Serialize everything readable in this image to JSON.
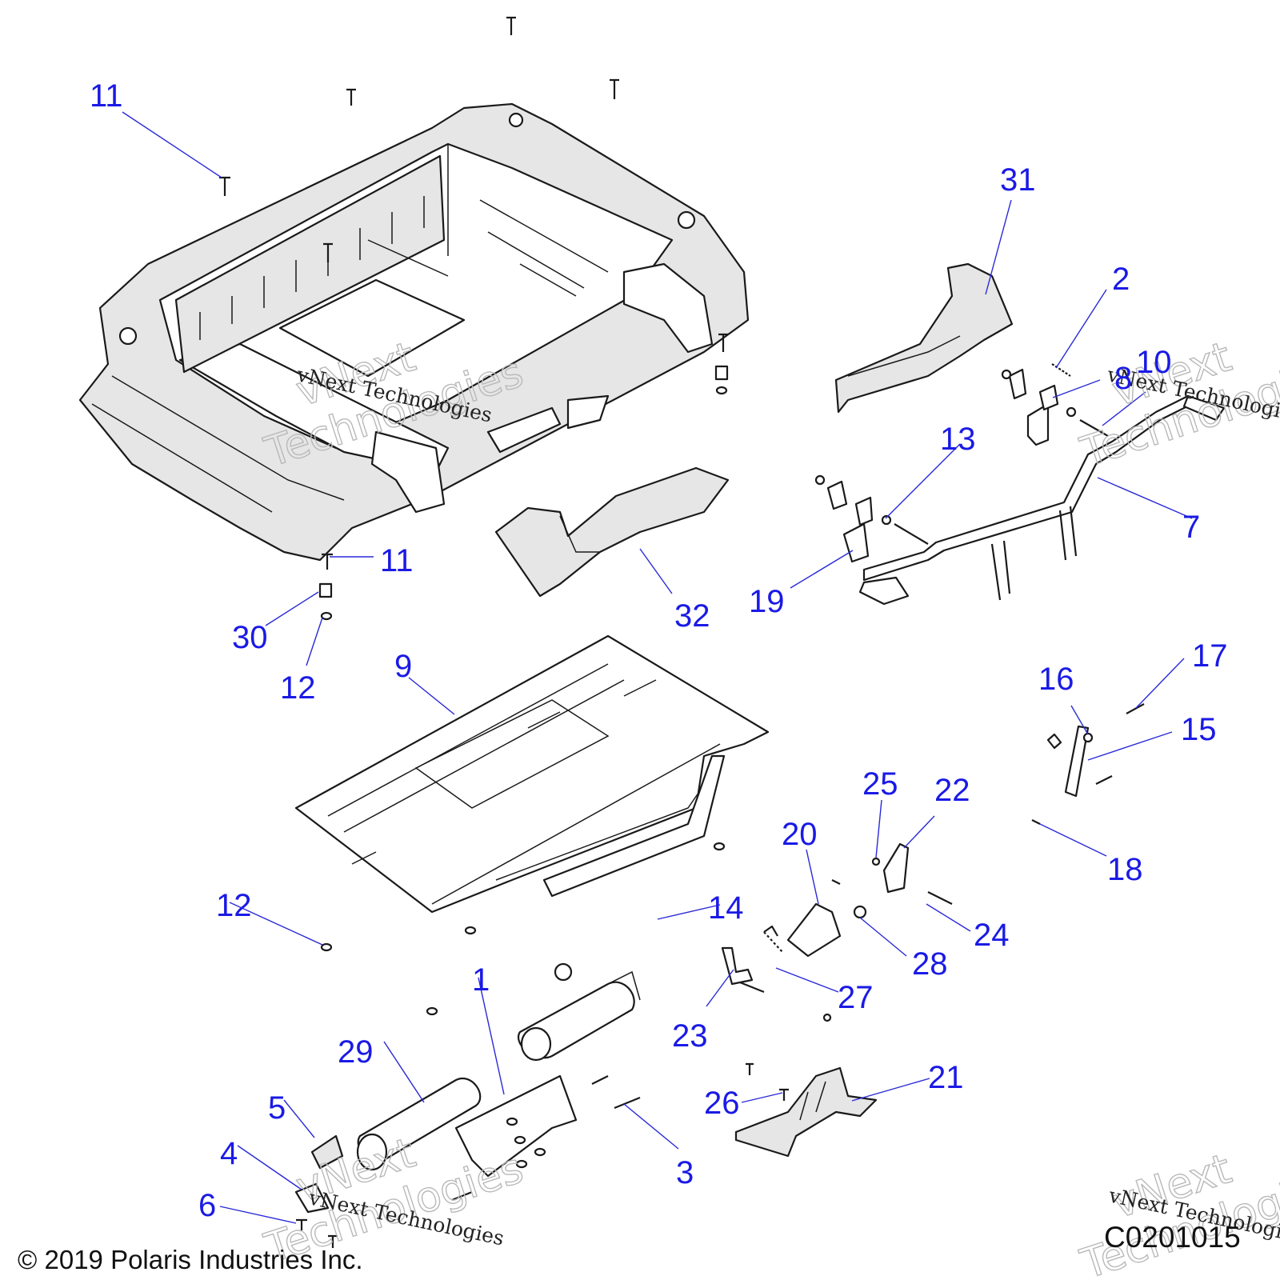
{
  "callouts": {
    "c1": "1",
    "c2": "2",
    "c3": "3",
    "c4": "4",
    "c5": "5",
    "c6": "6",
    "c7": "7",
    "c8": "8",
    "c9": "9",
    "c10": "10",
    "c11a": "11",
    "c11b": "11",
    "c12a": "12",
    "c12b": "12",
    "c13": "13",
    "c14": "14",
    "c15": "15",
    "c16": "16",
    "c17": "17",
    "c18": "18",
    "c19": "19",
    "c20": "20",
    "c21": "21",
    "c22": "22",
    "c23": "23",
    "c24": "24",
    "c25": "25",
    "c26": "26",
    "c27": "27",
    "c28": "28",
    "c29": "29",
    "c30": "30",
    "c31": "31",
    "c32": "32"
  },
  "watermark": {
    "text": "vNext Technologies",
    "ghost_top": "vNext",
    "ghost_bottom": "Technologies"
  },
  "footer": {
    "copyright": "© 2019 Polaris Industries Inc.",
    "drawing_code": "C0201015"
  },
  "colors": {
    "callout": "#1a1ae6",
    "line_art": "#1a1a1a",
    "part_shade": "#e6e6e6"
  }
}
